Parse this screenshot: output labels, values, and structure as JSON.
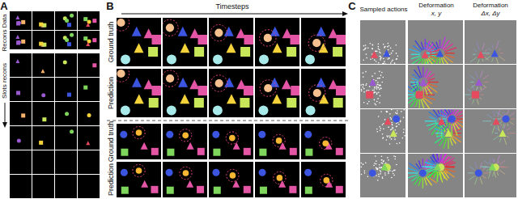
{
  "diagram": {
    "labels": [
      "A",
      "Data",
      "Recons",
      "Slots recons",
      "B",
      "Timesteps",
      "Ground truth",
      "Prediction",
      "Ground truth",
      "Prediction",
      "C",
      "Sampled actions",
      "Deformation",
      "x, y",
      "Deformation",
      "Δx, Δy"
    ]
  }
}
